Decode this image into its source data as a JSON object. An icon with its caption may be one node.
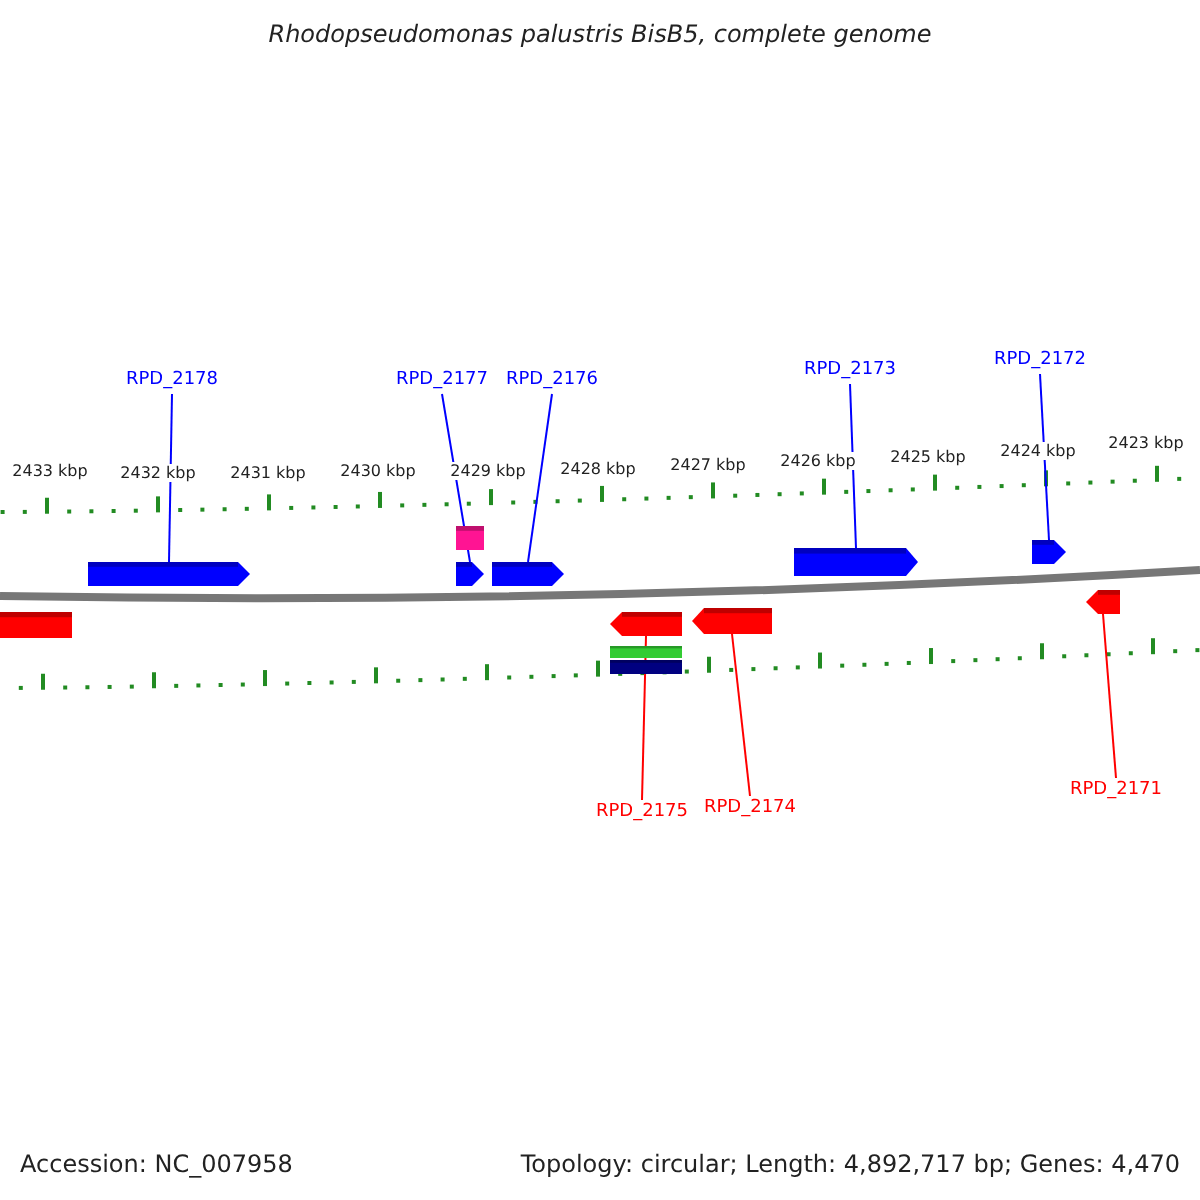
{
  "diagram": {
    "title": "Rhodopseudomonas palustris BisB5, complete genome",
    "nodes": [
      {
        "text": [
          "RPD_2178"
        ]
      },
      {
        "text": [
          "RPD_2177"
        ]
      },
      {
        "text": [
          "RPD_2176"
        ]
      },
      {
        "text": [
          "RPD_2173"
        ]
      },
      {
        "text": [
          "RPD_2172"
        ]
      },
      {
        "text": [],
        "shape": "box"
      },
      {
        "text": [],
        "shape": "arrow"
      },
      {
        "text": [],
        "shape": "arrow"
      },
      {
        "text": [],
        "shape": "arrow"
      },
      {
        "text": [],
        "shape": "arrow"
      },
      {
        "text": [],
        "shape": "arrow"
      },
      {
        "text": [],
        "shape": "bar"
      },
      {
        "text": [],
        "shape": "arrow"
      },
      {
        "text": [],
        "shape": "arrow"
      },
      {
        "text": [],
        "shape": "arrow"
      },
      {
        "text": [],
        "shape": "bar"
      },
      {
        "text": [],
        "shape": "bar"
      },
      {
        "text": [
          "RPD_2175"
        ]
      },
      {
        "text": [
          "RPD_2174"
        ]
      },
      {
        "text": [
          "RPD_2171"
        ]
      }
    ],
    "edges": [
      {
        "from": 0,
        "to": 6,
        "arrow": "none"
      },
      {
        "from": 1,
        "to": 7,
        "arrow": "none"
      },
      {
        "from": 2,
        "to": 8,
        "arrow": "none"
      },
      {
        "from": 3,
        "to": 9,
        "arrow": "none"
      },
      {
        "from": 4,
        "to": 10,
        "arrow": "none"
      },
      {
        "from": 17,
        "to": 12,
        "arrow": "none",
        "color": "#ff0000"
      },
      {
        "from": 18,
        "to": 13,
        "arrow": "none",
        "color": "#ff0000"
      },
      {
        "from": 19,
        "to": 14,
        "arrow": "none",
        "color": "#ff0000"
      }
    ],
    "labels": [
      "2433 kbp",
      "2432 kbp",
      "2431 kbp",
      "2430 kbp",
      "2429 kbp",
      "2428 kbp",
      "2427 kbp",
      "2426 kbp",
      "2425 kbp",
      "2424 kbp",
      "2423 kbp",
      "Accession: NC_007958",
      "Topology: circular; Length: 4,892,717 bp; Genes: 4,470"
    ]
  }
}
